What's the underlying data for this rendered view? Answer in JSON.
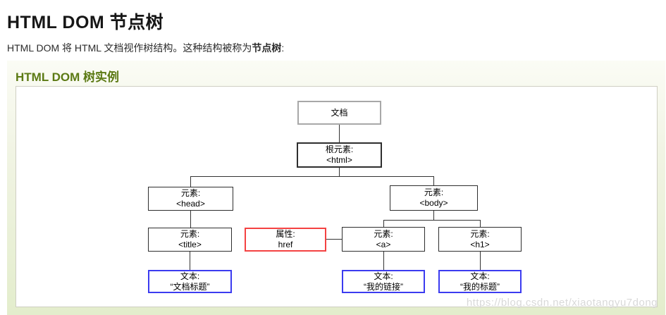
{
  "page": {
    "title": "HTML DOM 节点树",
    "intro_prefix": "HTML DOM 将 HTML 文档视作树结构。这种结构被称为",
    "intro_bold": "节点树",
    "intro_suffix": ":"
  },
  "panel": {
    "header": "HTML DOM 树实例"
  },
  "diagram": {
    "nodes": {
      "document": {
        "line1": "文档",
        "line2": ""
      },
      "root": {
        "line1": "根元素:",
        "line2": "<html>"
      },
      "head": {
        "line1": "元素:",
        "line2": "<head>"
      },
      "body": {
        "line1": "元素:",
        "line2": "<body>"
      },
      "title": {
        "line1": "元素:",
        "line2": "<title>"
      },
      "href": {
        "line1": "属性:",
        "line2": "href"
      },
      "a": {
        "line1": "元素:",
        "line2": "<a>"
      },
      "h1": {
        "line1": "元素:",
        "line2": "<h1>"
      },
      "text_title": {
        "line1": "文本:",
        "line2": "“文档标题”"
      },
      "text_link": {
        "line1": "文本:",
        "line2": "“我的链接”"
      },
      "text_heading": {
        "line1": "文本:",
        "line2": "“我的标题”"
      }
    },
    "colors": {
      "doc-border": "#a8a8a8",
      "elem-border": "#2e2e2e",
      "attr-border": "#f44242",
      "text-border": "#3b3bf0",
      "line-color": "#333333",
      "header-green": "#5c7a14"
    }
  },
  "watermark": "https://blog.csdn.net/xiaotangyu7dong"
}
